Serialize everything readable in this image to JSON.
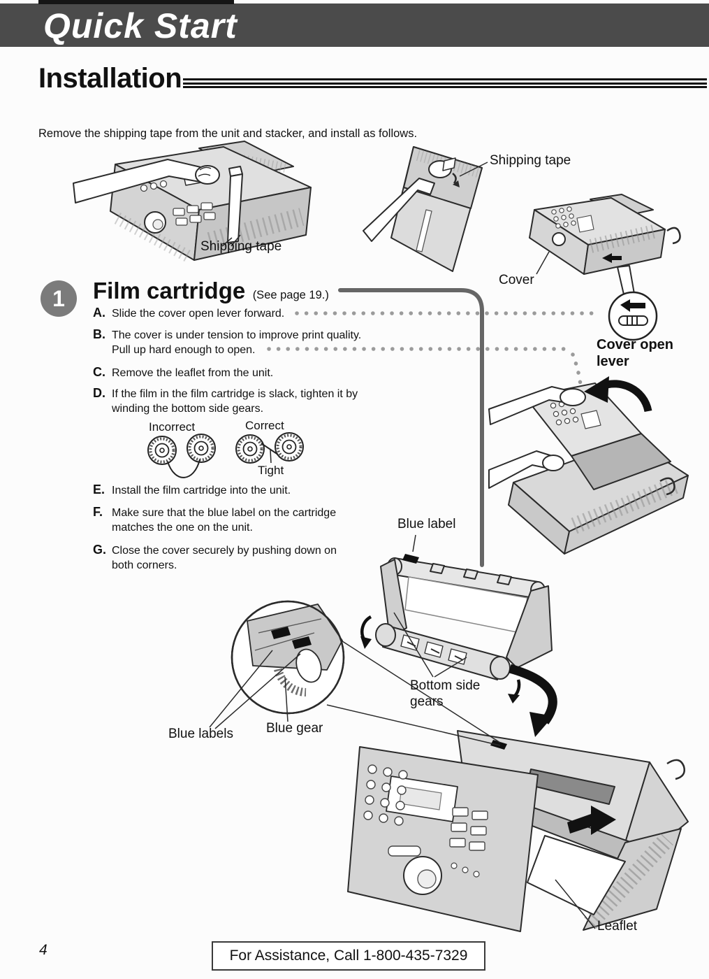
{
  "page": {
    "banner_title": "Quick Start",
    "section_title": "Installation",
    "intro": "Remove the shipping tape from the unit and stacker, and install as follows.",
    "page_number": "4",
    "footer_text": "For Assistance, Call 1-800-435-7329"
  },
  "step1": {
    "number": "1",
    "title": "Film cartridge",
    "page_ref": "(See page 19.)",
    "substeps": [
      {
        "letter": "A.",
        "line1": "Slide the cover open lever forward.",
        "line2": ""
      },
      {
        "letter": "B.",
        "line1": "The cover is under tension to improve print quality.",
        "line2": "Pull up hard enough to open."
      },
      {
        "letter": "C.",
        "line1": "Remove the leaflet from the unit.",
        "line2": ""
      },
      {
        "letter": "D.",
        "line1": "If the film in the film cartridge is slack, tighten it by",
        "line2": "winding the bottom side gears."
      },
      {
        "letter": "E.",
        "line1": "Install the film cartridge into the unit.",
        "line2": ""
      },
      {
        "letter": "F.",
        "line1": "Make sure that the blue label on the cartridge",
        "line2": "matches the one on the unit."
      },
      {
        "letter": "G.",
        "line1": "Close the cover securely by pushing down on",
        "line2": "both corners."
      }
    ]
  },
  "diagram_labels": {
    "shipping_tape_left": "Shipping tape",
    "shipping_tape_right": "Shipping tape",
    "cover": "Cover",
    "cover_open_lever": "Cover open lever",
    "incorrect": "Incorrect",
    "correct": "Correct",
    "tight": "Tight",
    "blue_label": "Blue label",
    "bottom_side_gears": "Bottom side gears",
    "blue_labels": "Blue labels",
    "blue_gear": "Blue gear",
    "leaflet": "Leaflet"
  },
  "colors": {
    "banner_bg": "#4b4b4b",
    "step_badge_bg": "#7b7b7b",
    "connector_gray": "#666666",
    "dotted_line_gray": "#9b9b9b",
    "machine_fill": "#d8d8d8",
    "line_art_stroke": "#2b2b2b",
    "text": "#111111"
  }
}
